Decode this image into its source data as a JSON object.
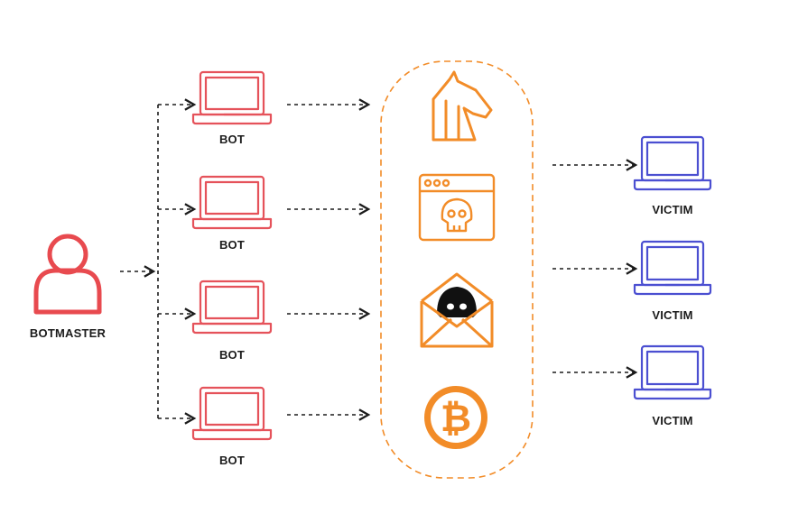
{
  "labels": {
    "botmaster": "BOTMASTER",
    "bot": "BOT",
    "victim": "VICTIM"
  },
  "nodes": {
    "botmaster": {
      "label": "BOTMASTER",
      "icon": "user-icon"
    },
    "bots": [
      {
        "label": "BOT",
        "icon": "laptop-icon"
      },
      {
        "label": "BOT",
        "icon": "laptop-icon"
      },
      {
        "label": "BOT",
        "icon": "laptop-icon"
      },
      {
        "label": "BOT",
        "icon": "laptop-icon"
      }
    ],
    "payloads": [
      {
        "icon": "trojan-horse-icon"
      },
      {
        "icon": "malware-window-skull-icon"
      },
      {
        "icon": "phishing-envelope-icon"
      },
      {
        "icon": "bitcoin-icon"
      }
    ],
    "victims": [
      {
        "label": "VICTIM",
        "icon": "laptop-icon"
      },
      {
        "label": "VICTIM",
        "icon": "laptop-icon"
      },
      {
        "label": "VICTIM",
        "icon": "laptop-icon"
      }
    ]
  },
  "colors": {
    "botmaster": "#e84a4f",
    "bot": "#e5525a",
    "payload": "#f28c28",
    "victim": "#4b4fd1",
    "arrow": "#1b1b1b"
  }
}
